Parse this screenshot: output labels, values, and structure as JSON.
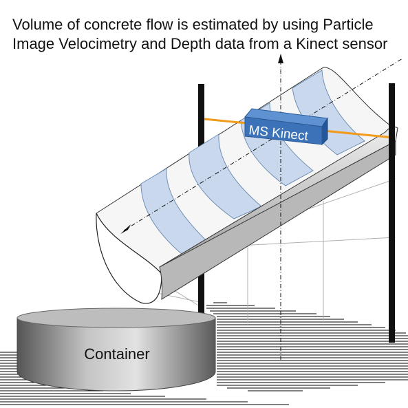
{
  "caption": {
    "line1": "Volume of concrete flow is estimated by using Particle",
    "line2": "Image Velocimetry and Depth data from a Kinect sensor"
  },
  "labels": {
    "sensor": "MS Kinect",
    "container": "Container"
  },
  "colors": {
    "channel_band": "#c9d8ec",
    "channel_band_stroke": "#6f8fb5",
    "sensor_front": "#3b72b8",
    "sensor_top": "#5f92d0",
    "sensor_side": "#24569a",
    "mount_bar": "#f29a1a",
    "post": "#111111"
  }
}
